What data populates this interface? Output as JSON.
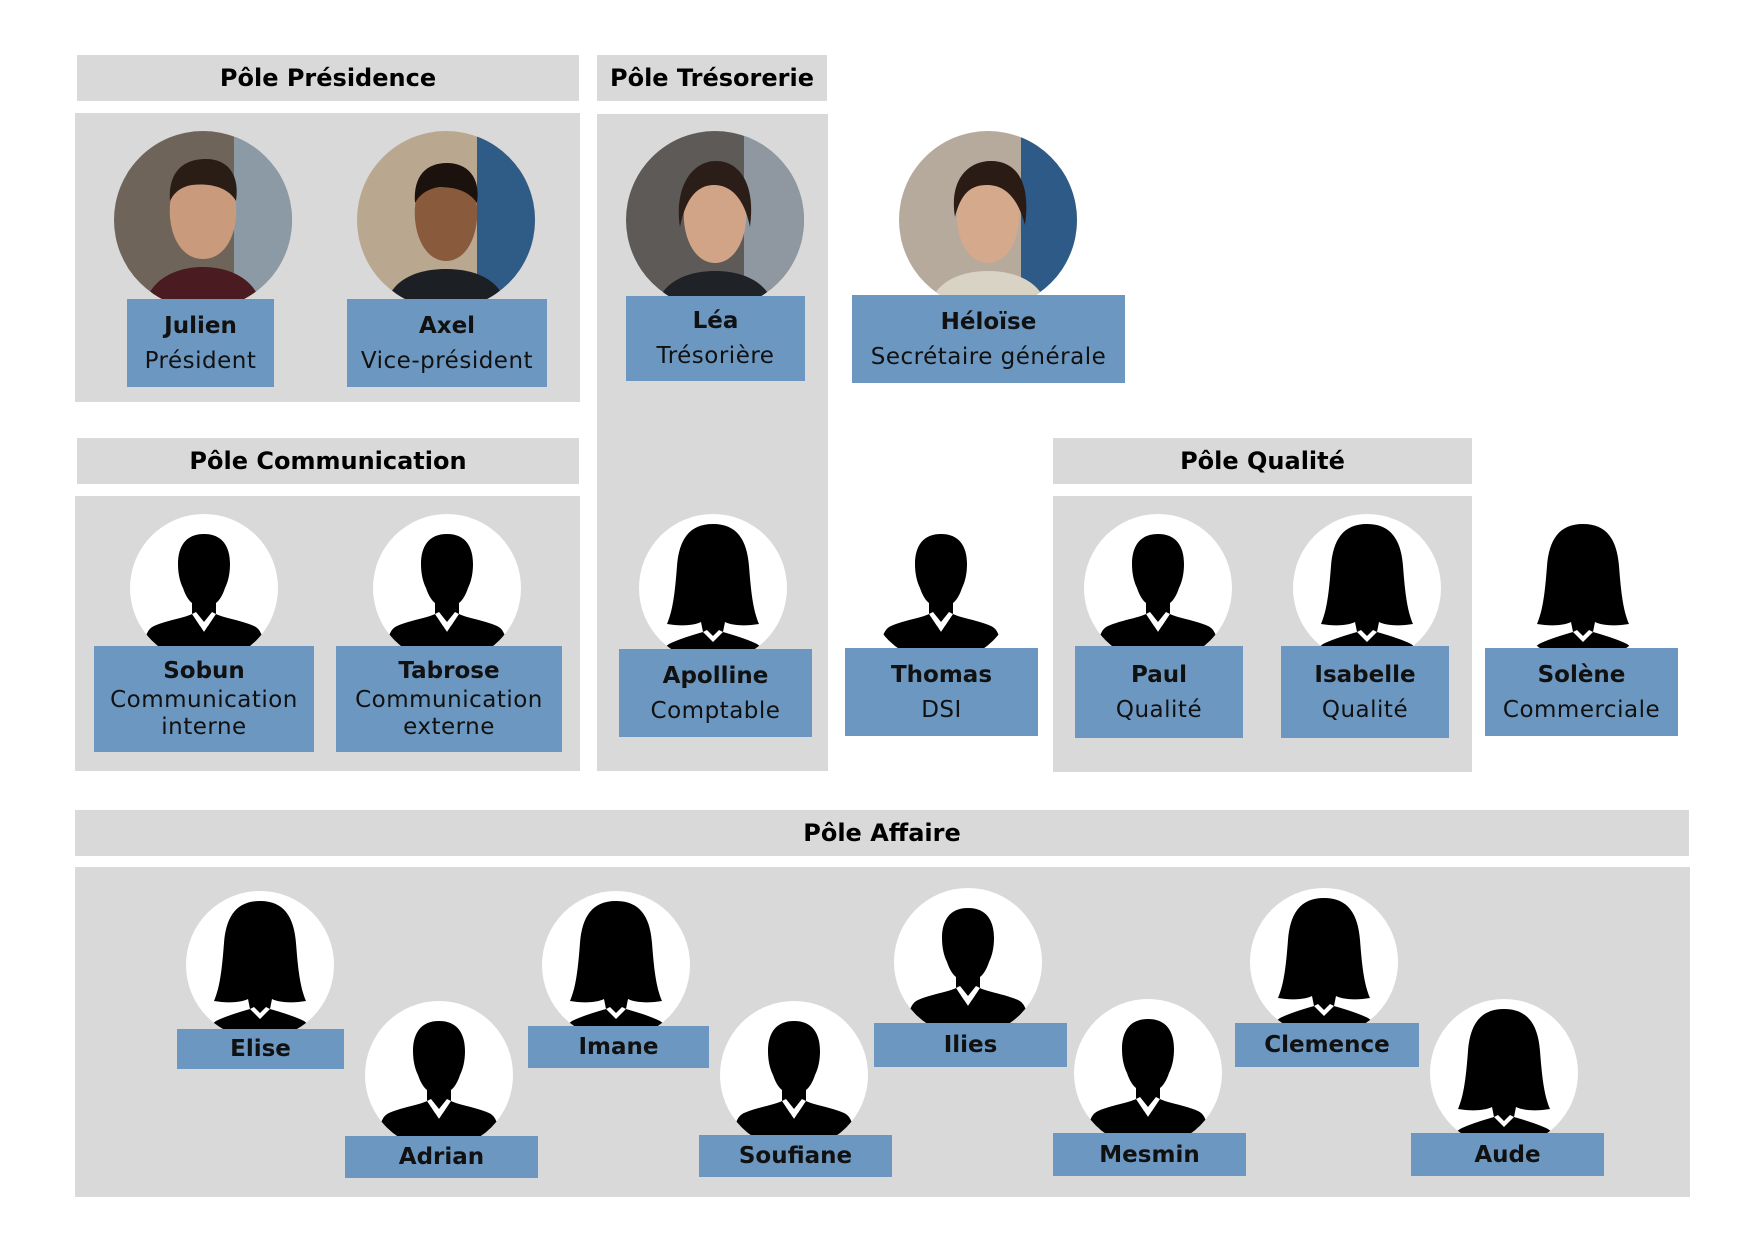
{
  "colors": {
    "panel": "#d9d9d9",
    "card": "#6b97c0"
  },
  "poles": {
    "presidence": "Pôle Présidence",
    "tresorerie": "Pôle Trésorerie",
    "communication": "Pôle Communication",
    "qualite": "Pôle Qualité",
    "affaire": "Pôle Affaire"
  },
  "members": {
    "julien": {
      "name": "Julien",
      "role": "Président"
    },
    "axel": {
      "name": "Axel",
      "role": "Vice-président"
    },
    "lea": {
      "name": "Léa",
      "role": "Trésorière"
    },
    "heloise": {
      "name": "Héloïse",
      "role": "Secrétaire générale"
    },
    "sobun": {
      "name": "Sobun",
      "role1": "Communication",
      "role2": "interne"
    },
    "tabrose": {
      "name": "Tabrose",
      "role1": "Communication",
      "role2": "externe"
    },
    "apolline": {
      "name": "Apolline",
      "role": "Comptable"
    },
    "thomas": {
      "name": "Thomas",
      "role": "DSI"
    },
    "paul": {
      "name": "Paul",
      "role": "Qualité"
    },
    "isabelle": {
      "name": "Isabelle",
      "role": "Qualité"
    },
    "solene": {
      "name": "Solène",
      "role": "Commerciale"
    }
  },
  "affaire": {
    "elise": "Elise",
    "adrian": "Adrian",
    "imane": "Imane",
    "soufiane": "Soufiane",
    "ilies": "Ilies",
    "mesmin": "Mesmin",
    "clemence": "Clemence",
    "aude": "Aude"
  }
}
